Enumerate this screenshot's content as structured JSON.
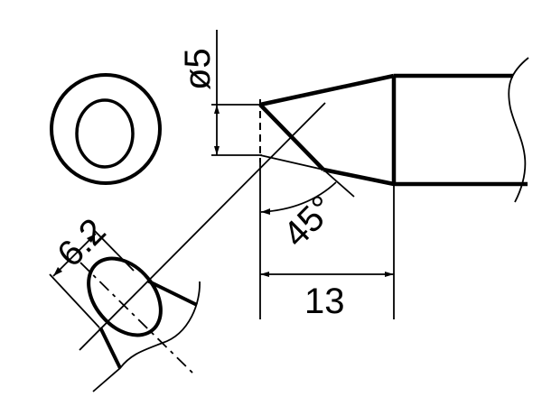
{
  "drawing": {
    "subject": "soldering-tip-technical-drawing",
    "line_color": "#000000",
    "background": "#ffffff"
  },
  "dimensions": {
    "diameter_label": "ø5",
    "angle_label": "45°",
    "length_label": "13",
    "bevel_width_label": "6.2"
  }
}
